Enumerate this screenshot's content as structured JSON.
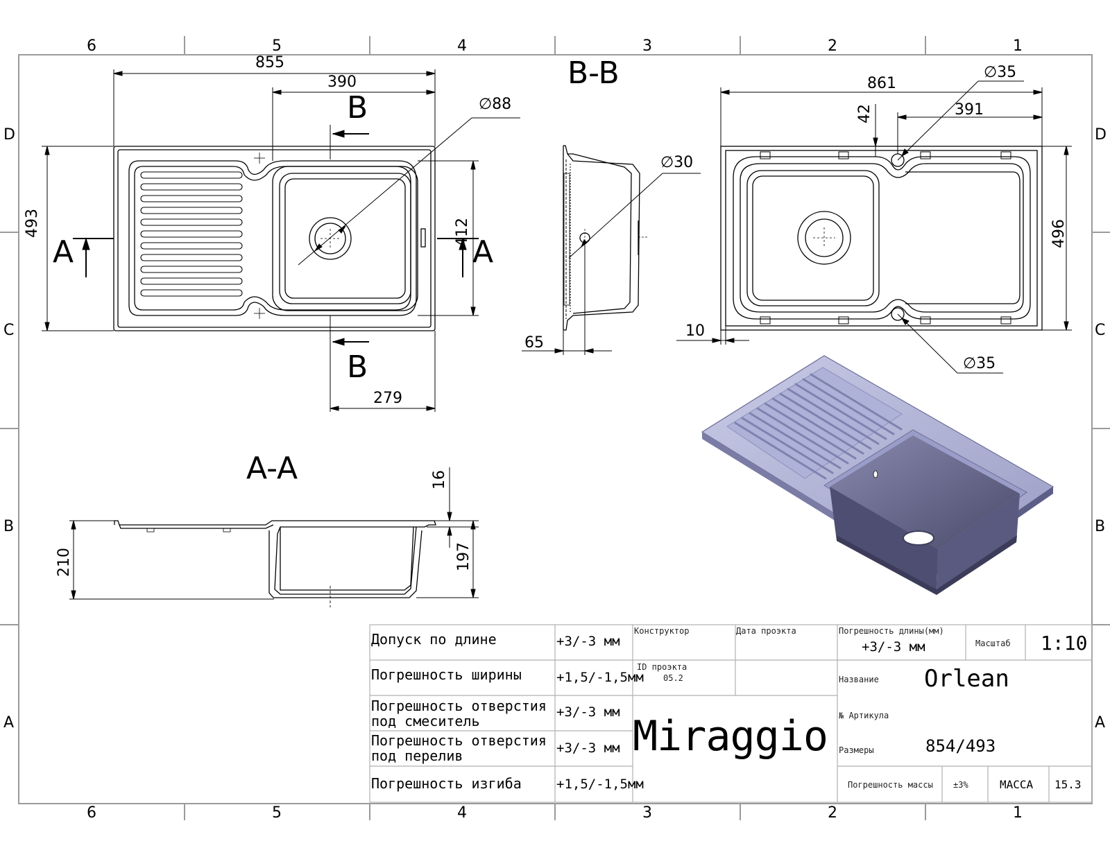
{
  "frame": {
    "cols_top": [
      "6",
      "5",
      "4",
      "3",
      "2",
      "1"
    ],
    "cols_bottom": [
      "6",
      "5",
      "4",
      "3",
      "2",
      "1"
    ],
    "rows_left": [
      "D",
      "C",
      "B",
      "A"
    ],
    "rows_right": [
      "D",
      "C",
      "B",
      "A"
    ]
  },
  "top_view": {
    "dim_length": "855",
    "dim_bowl": "390",
    "dim_width": "493",
    "dim_bowl_height": "412",
    "dim_drain": "∅88",
    "dim_offset": "279",
    "section_b_top": "B",
    "section_b_bottom": "B",
    "section_a_left": "A",
    "section_a_right": "A"
  },
  "section_bb": {
    "title": "B-B",
    "dim_overflow": "∅30",
    "dim_65": "65"
  },
  "cutout_view": {
    "dim_861": "861",
    "dim_391": "391",
    "dim_42": "42",
    "dim_496": "496",
    "dim_10": "10",
    "dim_hole_top": "∅35",
    "dim_hole_bottom": "∅35"
  },
  "section_aa": {
    "title": "A-A",
    "dim_16": "16",
    "dim_210": "210",
    "dim_197": "197"
  },
  "title_block": {
    "tolerances": [
      {
        "label": "Допуск по длине",
        "value": "+3/-3 мм"
      },
      {
        "label": "Погрешность ширины",
        "value": "+1,5/-1,5мм"
      },
      {
        "label": "Погрешность отверстия под смеситель",
        "value": "+3/-3 мм"
      },
      {
        "label": "Погрешность отверстия под перелив",
        "value": "+3/-3 мм"
      },
      {
        "label": "Погрешность изгиба",
        "value": "+1,5/-1,5мм"
      }
    ],
    "designer_label": "Конструктор",
    "date_label": "Дата проэкта",
    "project_id_label": "ID проэкта",
    "project_id_value": "05.2",
    "brand": "Miraggio",
    "length_error_label": "Погрешность длины(мм)",
    "length_error_value": "+3/-3 мм",
    "scale_label": "Масштаб",
    "scale_value": "1:10",
    "name_label": "Название",
    "name_value": "Orlean",
    "article_label": "№ Артикула",
    "sizes_label": "Размеры",
    "sizes_value": "854/493",
    "mass_error_label": "Погрешность массы",
    "mass_error_value": "±3%",
    "mass_label": "МАССА",
    "mass_value": "15.3"
  },
  "colors": {
    "line": "#000000",
    "frame": "#999999",
    "sink_top": "#b4b8d8",
    "sink_dark": "#6a6a90"
  }
}
